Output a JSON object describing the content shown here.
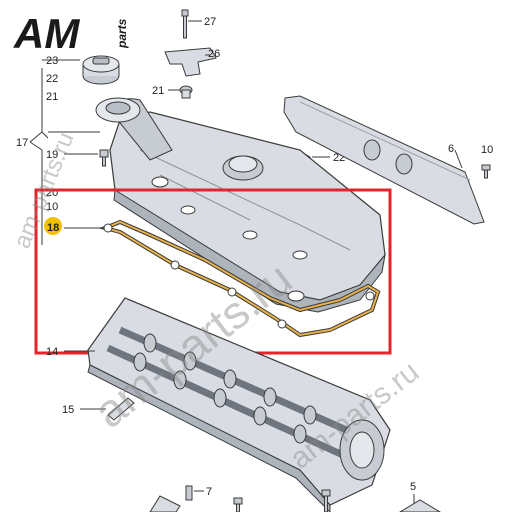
{
  "logo": {
    "mark": "AM",
    "sub": "parts"
  },
  "watermark": {
    "main": "am-parts.ru",
    "side": "am-parts.ru",
    "bottom": "am-parts.ru"
  },
  "callouts": {
    "c27": "27",
    "c26": "26",
    "c23": "23",
    "c22a": "22",
    "c21a": "21",
    "c21b": "21",
    "c17": "17",
    "c19": "19",
    "c20": "20",
    "c10a": "10",
    "c18": "18",
    "c14": "14",
    "c15": "15",
    "c7": "7",
    "c5": "5",
    "c6": "6",
    "c10b": "10",
    "c22b": "22"
  },
  "colors": {
    "highlight_frame": "#e3242b",
    "badge": "#f2c200",
    "part_fill": "#d9dde3",
    "part_dark": "#aeb4bc",
    "line": "#3a3a3a"
  }
}
